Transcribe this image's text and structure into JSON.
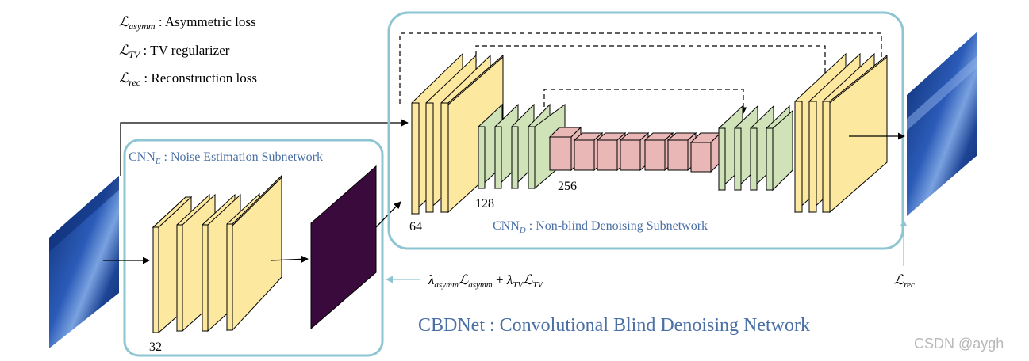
{
  "legend": [
    {
      "symbol": "ℒ",
      "sub": "asymm",
      "desc": " : Asymmetric loss"
    },
    {
      "symbol": "ℒ",
      "sub": "TV",
      "desc": " : TV regularizer"
    },
    {
      "symbol": "ℒ",
      "sub": "rec",
      "desc": " : Reconstruction loss"
    }
  ],
  "cnn_e": {
    "name": "CNN",
    "sub": "E",
    "desc": " : Noise Estimation Subnetwork"
  },
  "cnn_d": {
    "name": "CNN",
    "sub": "D",
    "desc": " : Non-blind Denoising Subnetwork"
  },
  "channels": {
    "c32": "32",
    "c64": "64",
    "c128": "128",
    "c256": "256"
  },
  "loss_formula": {
    "lambda": "λ",
    "sub_asymm": "asymm",
    "sym_asymm": "ℒ",
    "plus": " + ",
    "sub_tv": "TV",
    "sym_tv": "ℒ"
  },
  "rec_loss": {
    "symbol": "ℒ",
    "sub": "rec"
  },
  "title": "CBDNet : Convolutional Blind Denoising Network",
  "watermark": "CSDN @aygh",
  "colors": {
    "box_border": "#8ec5d3",
    "encoder_block": "#fde8a0",
    "mid_block": "#cfe2b8",
    "bottleneck_block": "#e9b7b6",
    "noise_map": "#3a0a3c",
    "label_blue": "#4a6fa5"
  }
}
